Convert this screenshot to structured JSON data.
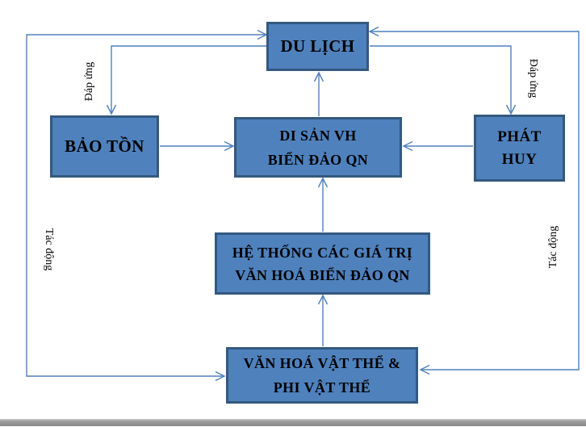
{
  "diagram": {
    "boxes": {
      "du_lich": {
        "lines": [
          "DU LỊCH"
        ]
      },
      "bao_ton": {
        "lines": [
          "BẢO TỒN"
        ]
      },
      "di_san": {
        "lines": [
          "DI SẢN VH",
          "BIỂN ĐẢO QN"
        ]
      },
      "phat_huy": {
        "lines": [
          "PHÁT",
          "HUY"
        ]
      },
      "he_thong": {
        "lines": [
          "HỆ THỐNG CÁC GIÁ TRỊ",
          "VĂN HOÁ BIỂN ĐẢO QN"
        ]
      },
      "van_hoa": {
        "lines": [
          "VĂN HOÁ VẬT THỂ &",
          "PHI VẬT THỂ"
        ]
      }
    },
    "edge_labels": {
      "dap_ung_left": "Đáp ứng",
      "dap_ung_right": "Đáp ứng",
      "tac_dong_left": "Tác động",
      "tac_dong_right": "Tác động"
    },
    "colors": {
      "box_fill": "#4f81bd",
      "box_border": "#33597f",
      "connector": "#4f81bd",
      "text": "#000000",
      "bottom_bar": "#8b8b8b"
    }
  }
}
